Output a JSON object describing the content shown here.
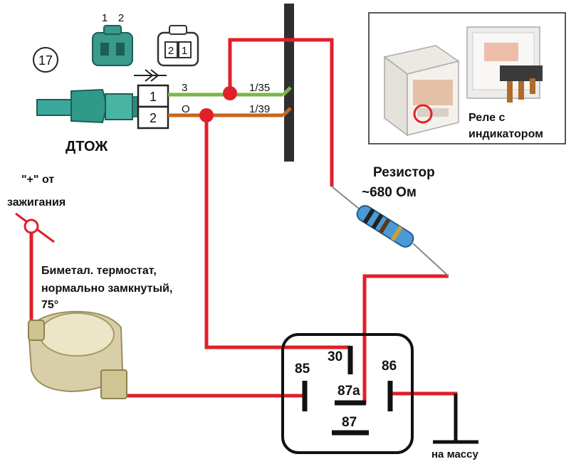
{
  "sensor": {
    "number": "17",
    "name": "ДТОЖ",
    "connector_pin_labels": [
      "1",
      "2"
    ],
    "connector_view_labels": [
      "2",
      "1"
    ],
    "pins": [
      "1",
      "2"
    ],
    "wire_labels": [
      "3",
      "О"
    ],
    "harness_labels": [
      "1/35",
      "1/39"
    ]
  },
  "ignition": {
    "line1": "\"+\" от",
    "line2": "зажигания"
  },
  "thermostat": {
    "line1": "Биметал. термостат,",
    "line2": "нормально замкнутый,",
    "line3": "75°"
  },
  "resistor": {
    "title": "Резистор",
    "value": "~680 Ом"
  },
  "relay": {
    "pins": {
      "p30": "30",
      "p85": "85",
      "p86": "86",
      "p87a": "87а",
      "p87": "87"
    }
  },
  "ground": {
    "label": "на массу"
  },
  "photo": {
    "caption_line1": "Реле с",
    "caption_line2": "индикатором"
  },
  "colors": {
    "wire_red": "#e0202a",
    "wire_green": "#7ab648",
    "wire_orange": "#c8651f",
    "sensor_teal": "#3a9a8c",
    "harness_dark": "#333333"
  }
}
